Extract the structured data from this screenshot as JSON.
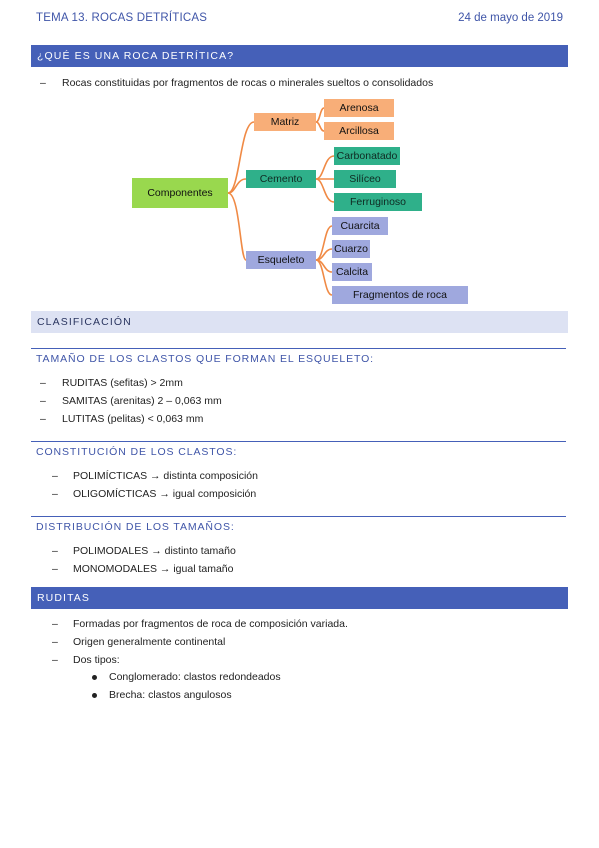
{
  "header": {
    "title": "TEMA 13. ROCAS DETRÍTICAS",
    "date": "24 de mayo de 2019"
  },
  "section1": {
    "heading": "¿QUÉ ES UNA ROCA DETRÍTICA?",
    "items": [
      "Rocas constituidas por fragmentos de rocas o minerales sueltos o consolidados"
    ]
  },
  "diagram": {
    "root": "Componentes",
    "branches": [
      {
        "label": "Matriz",
        "children": [
          "Arenosa",
          "Arcillosa"
        ]
      },
      {
        "label": "Cemento",
        "children": [
          "Carbonatado",
          "Silíceo",
          "Ferruginoso"
        ]
      },
      {
        "label": "Esqueleto",
        "children": [
          "Cuarcita",
          "Cuarzo",
          "Calcita",
          "Fragmentos de roca"
        ]
      }
    ],
    "colors": {
      "root": "#99d84e",
      "matriz": "#f8ae78",
      "cemento": "#2fb08a",
      "esqueleto": "#9fa8de",
      "connector": "#f08a45"
    }
  },
  "section2": {
    "heading": "CLASIFICACIÓN",
    "sub1": {
      "heading": "TAMAÑO DE LOS CLASTOS QUE FORMAN EL ESQUELETO:",
      "items": [
        "RUDITAS (sefitas) > 2mm",
        "SAMITAS (arenitas) 2 – 0,063 mm",
        "LUTITAS (pelitas) < 0,063 mm"
      ]
    },
    "sub2": {
      "heading": "CONSTITUCIÓN DE LOS CLASTOS:",
      "items": [
        "POLIMÍCTICAS → distinta composición",
        "OLIGOMÍCTICAS → igual composición"
      ]
    },
    "sub3": {
      "heading": "DISTRIBUCIÓN DE LOS TAMAÑOS:",
      "items": [
        "POLIMODALES → distinto tamaño",
        "MONOMODALES → igual tamaño"
      ]
    }
  },
  "section3": {
    "heading": "RUDITAS",
    "items": [
      "Formadas por fragmentos de roca de composición variada.",
      "Origen generalmente continental",
      "Dos tipos:"
    ],
    "subitems": [
      "Conglomerado: clastos redondeados",
      "Brecha: clastos angulosos"
    ]
  },
  "dash_char": "–"
}
